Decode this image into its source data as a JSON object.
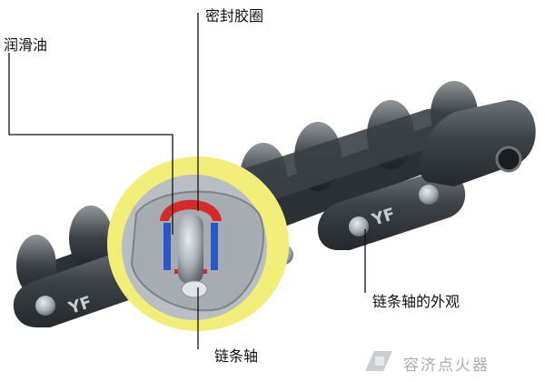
{
  "labels": {
    "lubricant": "润滑油",
    "seal_ring": "密封胶圈",
    "pin_exterior": "链条轴的外观",
    "pin": "链条轴"
  },
  "plate_marks": [
    "YF",
    "YF"
  ],
  "watermark": "容济点火器",
  "colors": {
    "chain_dark": "#2f3438",
    "chain_mid": "#5a6168",
    "chain_light": "#9aa3aa",
    "cutaway_yellow": "#f3ee7a",
    "seal_red": "#d42a2a",
    "bushing_blue": "#2b55c9",
    "section_grey": "#b9bec2",
    "leader_line": "#111111"
  }
}
